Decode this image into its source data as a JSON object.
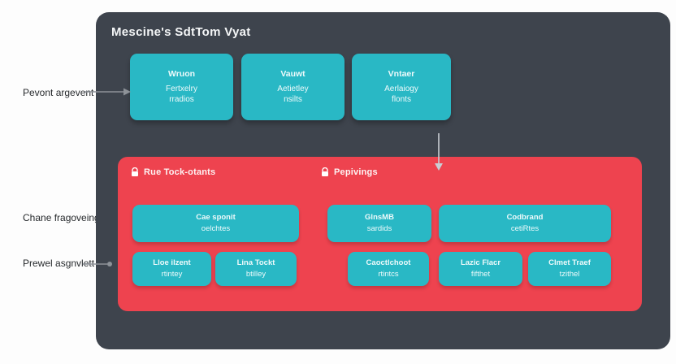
{
  "title": "Mescine's SdtTom Vyat",
  "left_labels": {
    "parent": "Pevont argevent",
    "change": "Chane fragoveing",
    "prewel": "Prewel asgnvlett"
  },
  "top_boxes": [
    {
      "title": "Wruon",
      "line1": "Fertxelry",
      "line2": "rradios"
    },
    {
      "title": "Vauwt",
      "line1": "Aetietley",
      "line2": "nsilts"
    },
    {
      "title": "Vntaer",
      "line1": "Aerlaiogy",
      "line2": "flonts"
    }
  ],
  "red_panel": {
    "left_header": {
      "label": "Rue Tock-otants",
      "icon": "lock-icon"
    },
    "right_header": {
      "label": "Pepivings",
      "icon": "lock-icon"
    },
    "row1": [
      {
        "line1": "Cae sponit",
        "line2": "oelchtes"
      },
      {
        "line1": "GlnsMB",
        "line2": "sardids"
      },
      {
        "line1": "Codbrand",
        "line2": "cetiRtes"
      }
    ],
    "row2": [
      {
        "line1": "Lloe ilzent",
        "line2": "rtintey"
      },
      {
        "line1": "Lina Tockt",
        "line2": "btilley"
      },
      {
        "line1": "Caoctlchoot",
        "line2": "rtintcs"
      },
      {
        "line1": "Lazic Flacr",
        "line2": "fifthet"
      },
      {
        "line1": "Clmet Traef",
        "line2": "tzithel"
      }
    ]
  },
  "colors": {
    "panel_dark": "#3e444d",
    "panel_red": "#ee434f",
    "box_teal": "#29b8c5",
    "text_light": "#eefafb",
    "label_dark": "#26292c",
    "connector_gray": "#8d9298",
    "connector_light": "#c9ced4"
  }
}
